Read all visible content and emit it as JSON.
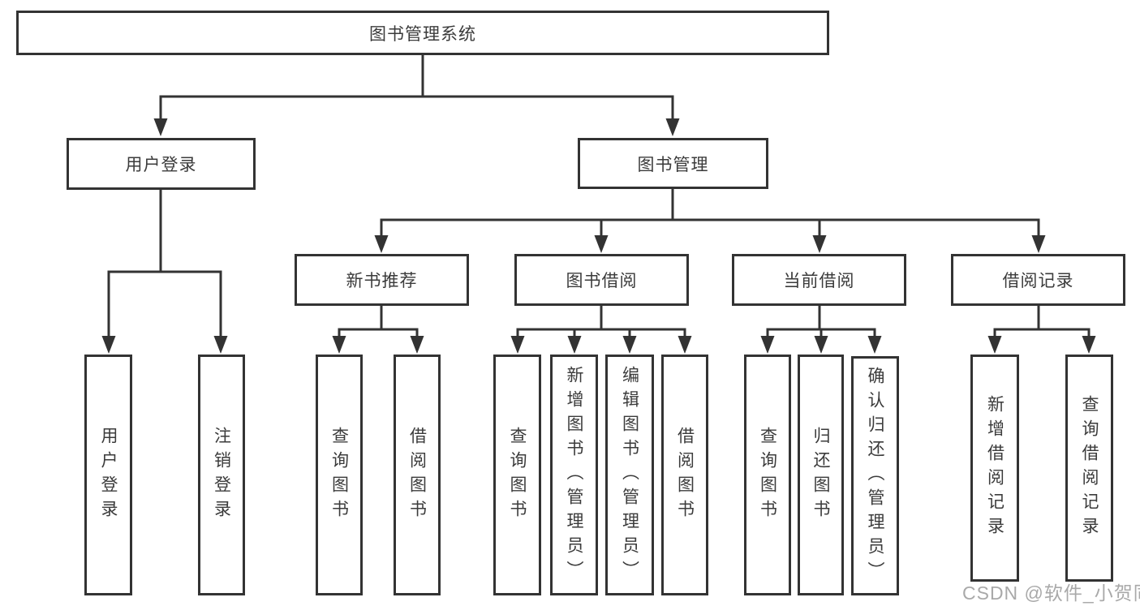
{
  "colors": {
    "line": "#333333",
    "box_border": "#333333",
    "box_fill": "#ffffff",
    "text": "#3b3b3b",
    "watermark": "#a2a2a2",
    "background": "#ffffff"
  },
  "tree": {
    "label": "图书管理系统",
    "children": [
      {
        "label": "用户登录",
        "children": [
          {
            "label": "用户登录"
          },
          {
            "label": "注销登录"
          }
        ]
      },
      {
        "label": "图书管理",
        "children": [
          {
            "label": "新书推荐",
            "children": [
              {
                "label": "查询图书"
              },
              {
                "label": "借阅图书"
              }
            ]
          },
          {
            "label": "图书借阅",
            "children": [
              {
                "label": "查询图书"
              },
              {
                "label": "新增图书（管理员）"
              },
              {
                "label": "编辑图书（管理员）"
              },
              {
                "label": "借阅图书"
              }
            ]
          },
          {
            "label": "当前借阅",
            "children": [
              {
                "label": "查询图书"
              },
              {
                "label": "归还图书"
              },
              {
                "label": "确认归还（管理员）"
              }
            ]
          },
          {
            "label": "借阅记录",
            "children": [
              {
                "label": "新增借阅记录"
              },
              {
                "label": "查询借阅记录"
              }
            ]
          }
        ]
      }
    ]
  },
  "watermark": {
    "text": "CSDN @软件_小贺同学"
  }
}
